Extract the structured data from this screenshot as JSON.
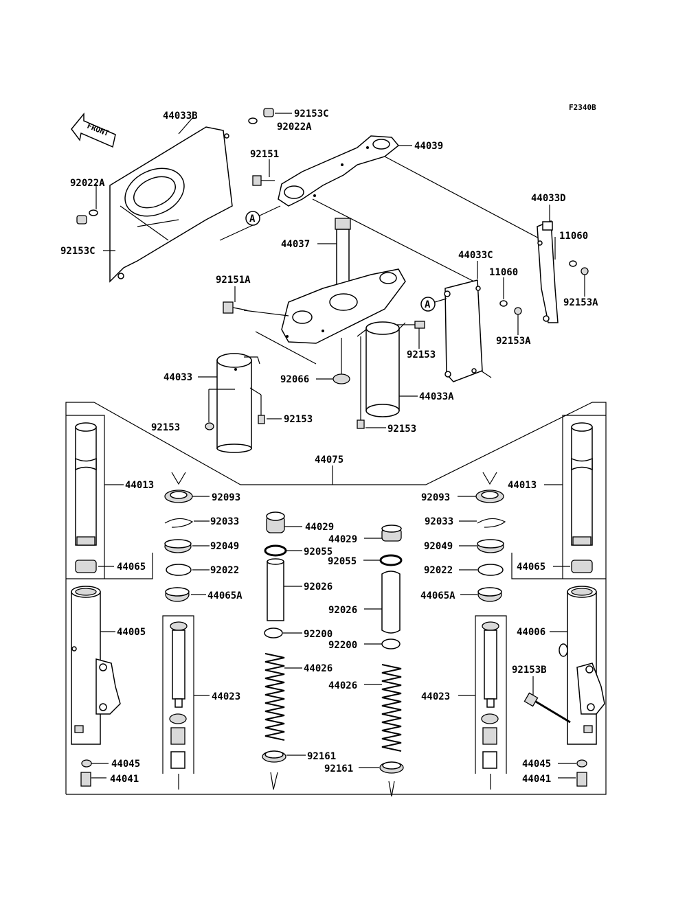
{
  "figure_code": "F2340B",
  "front_label": "FRONT",
  "callout_a": "A",
  "labels": {
    "p44033B": "44033B",
    "p92153C_top": "92153C",
    "p92022A_top": "92022A",
    "p92151": "92151",
    "p44039": "44039",
    "p92022A_left": "92022A",
    "p92153C_left": "92153C",
    "p44033D": "44033D",
    "p11060_right": "11060",
    "p92153A_right": "92153A",
    "p44037": "44037",
    "p44033C": "44033C",
    "p11060_mid": "11060",
    "p92153A_mid": "92153A",
    "p92151A": "92151A",
    "p92153_center": "92153",
    "p44033": "44033",
    "p92066": "92066",
    "p44033A": "44033A",
    "p92153_a": "92153",
    "p92153_b": "92153",
    "p92153_c": "92153",
    "p44075": "44075",
    "p44013_l": "44013",
    "p92093_l": "92093",
    "p92033_l": "92033",
    "p92049_l": "92049",
    "p92022_l": "92022",
    "p44065_l": "44065",
    "p44065A_l": "44065A",
    "p44005": "44005",
    "p44023_l": "44023",
    "p44045_l": "44045",
    "p44041_l": "44041",
    "p44029_l": "44029",
    "p92055_l": "92055",
    "p92026_l": "92026",
    "p92200_l": "92200",
    "p44026_l": "44026",
    "p92161_l": "92161",
    "p44029_r": "44029",
    "p92055_r": "92055",
    "p92026_r": "92026",
    "p92200_r": "92200",
    "p44026_r": "44026",
    "p92161_r": "92161",
    "p92093_r": "92093",
    "p44013_r": "44013",
    "p92033_r": "92033",
    "p92049_r": "92049",
    "p92022_r": "92022",
    "p44065_r": "44065",
    "p44065A_r": "44065A",
    "p44006": "44006",
    "p92153B": "92153B",
    "p44023_r": "44023",
    "p44045_r": "44045",
    "p44041_r": "44041"
  }
}
